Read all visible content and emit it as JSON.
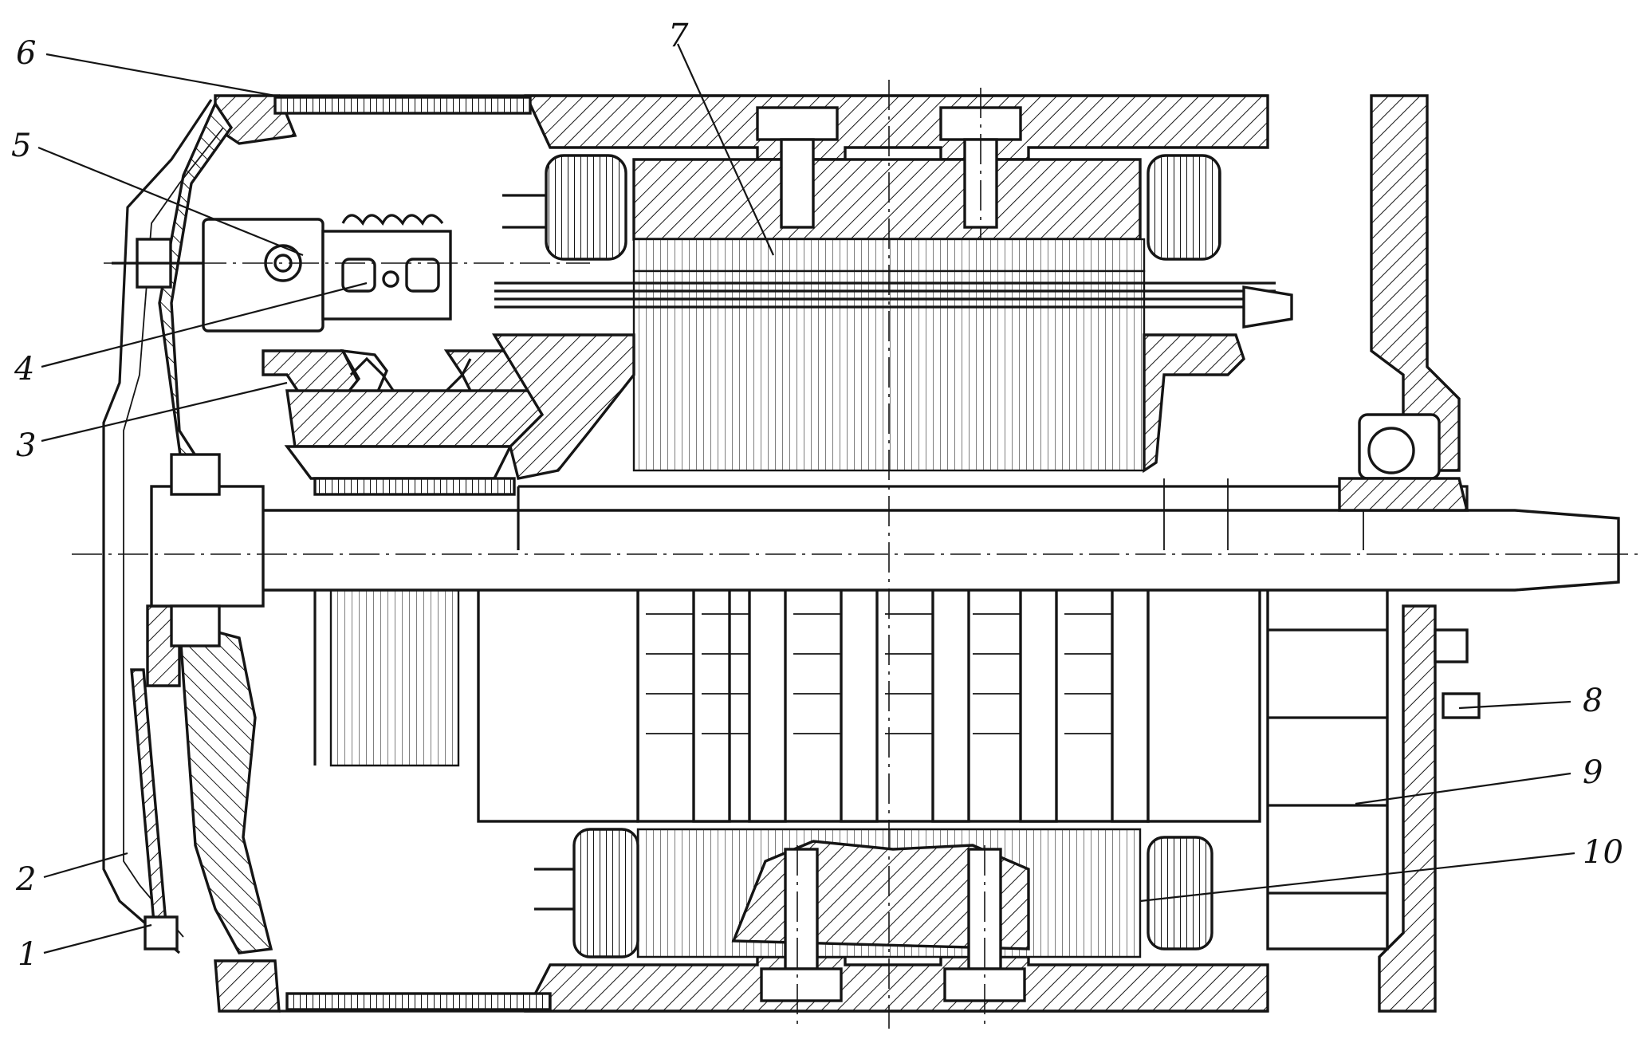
{
  "figure": {
    "labels": [
      {
        "id": "1",
        "text": "1"
      },
      {
        "id": "2",
        "text": "2"
      },
      {
        "id": "3",
        "text": "3"
      },
      {
        "id": "4",
        "text": "4"
      },
      {
        "id": "5",
        "text": "5"
      },
      {
        "id": "6",
        "text": "6"
      },
      {
        "id": "7",
        "text": "7"
      },
      {
        "id": "8",
        "text": "8"
      },
      {
        "id": "9",
        "text": "9"
      },
      {
        "id": "10",
        "text": "10"
      }
    ]
  },
  "colors": {
    "ink": "#151515",
    "paper": "#ffffff"
  }
}
